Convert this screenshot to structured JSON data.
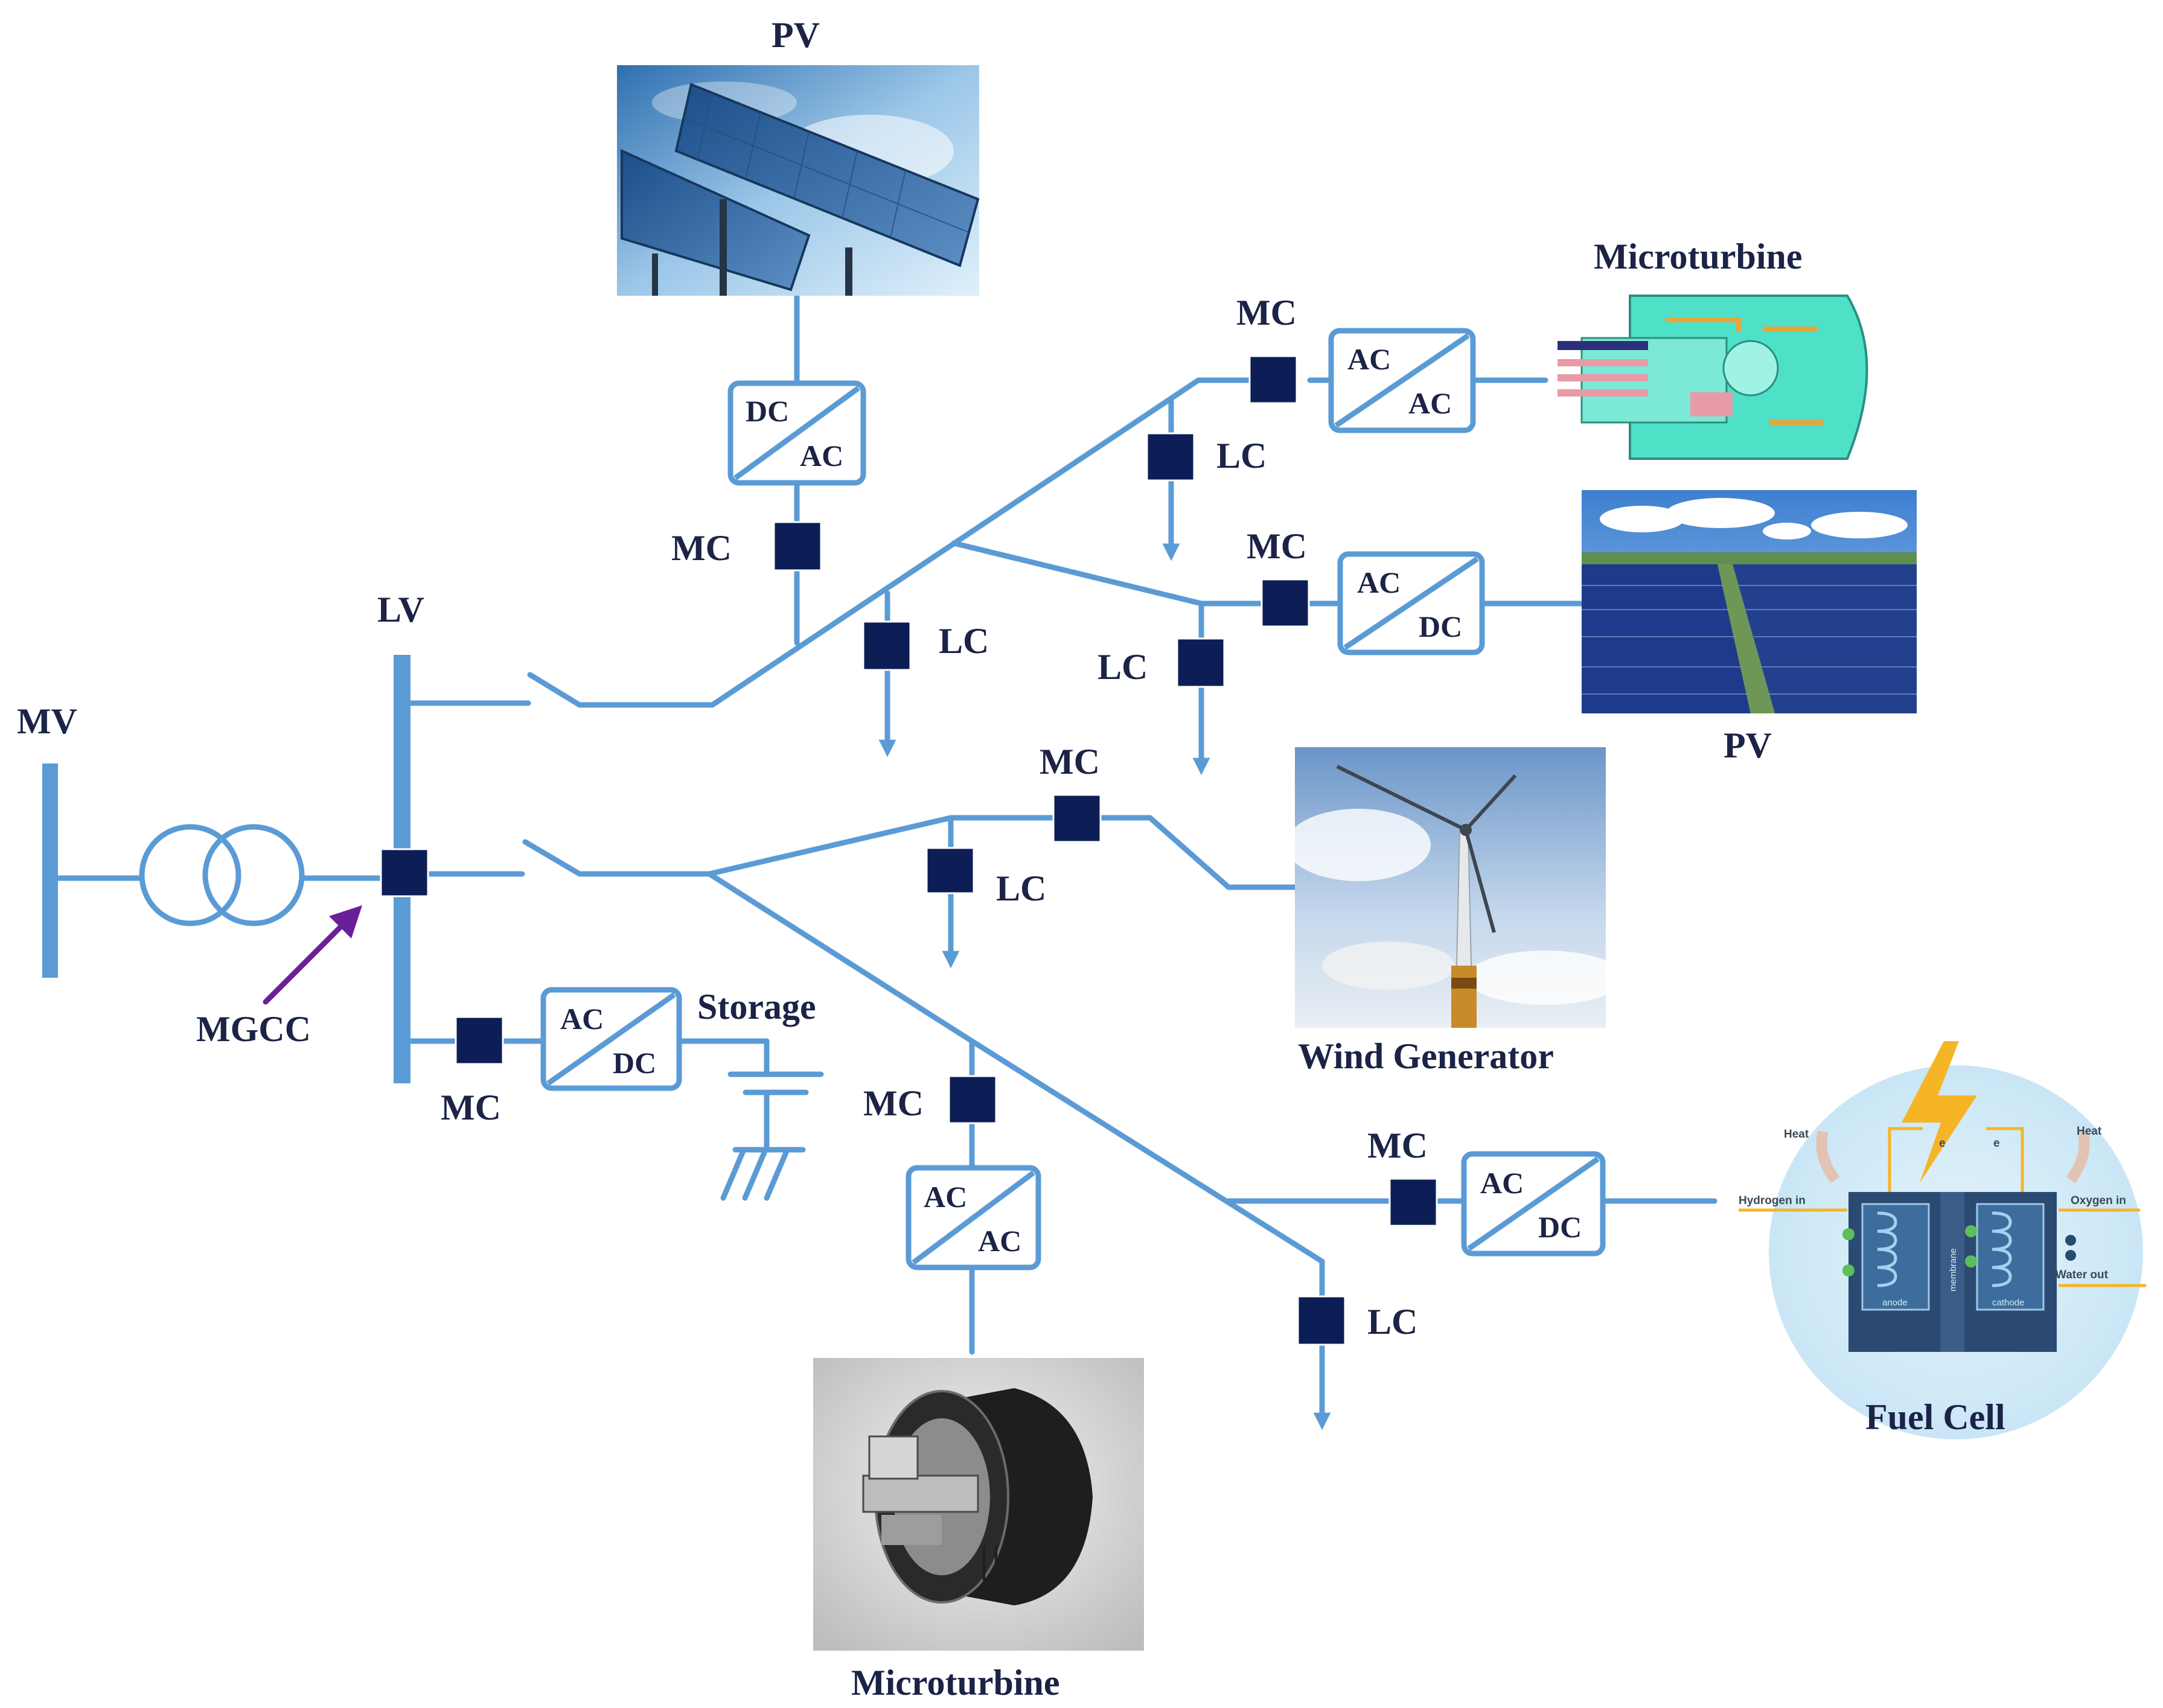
{
  "colors": {
    "line": "#5b9bd5",
    "module": "#0c1e55",
    "text": "#1b2346",
    "arrow": "#6a1f9a",
    "converter_fill": "#ffffff"
  },
  "labels": {
    "mv": "MV",
    "lv": "LV",
    "mgcc": "MGCC",
    "storage": "Storage",
    "pv_top": "PV",
    "pv_right": "PV",
    "microturbine_top": "Microturbine",
    "microturbine_bottom": "Microturbine",
    "wind_generator": "Wind Generator",
    "fuel_cell": "Fuel Cell"
  },
  "controllers": {
    "mc": "MC",
    "lc": "LC"
  },
  "converters": {
    "pv_top": {
      "top": "DC",
      "bottom": "AC"
    },
    "microturbine_top": {
      "top": "AC",
      "bottom": "AC"
    },
    "pv_right": {
      "top": "AC",
      "bottom": "DC"
    },
    "storage": {
      "top": "AC",
      "bottom": "DC"
    },
    "microturbine_bottom": {
      "top": "AC",
      "bottom": "AC"
    },
    "fuel_cell": {
      "top": "AC",
      "bottom": "DC"
    }
  },
  "fuel_cell_image": {
    "heat_left": "Heat",
    "heat_right": "Heat",
    "hydrogen_in": "Hydrogen in",
    "oxygen_in": "Oxygen in",
    "water_out": "Water out",
    "anode": "anode",
    "cathode": "cathode",
    "membrane": "membrane",
    "electron_left": "e",
    "electron_right": "e"
  }
}
